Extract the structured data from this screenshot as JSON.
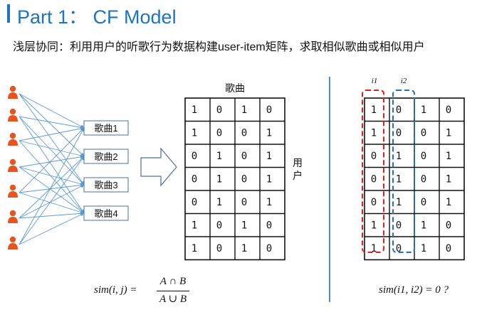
{
  "title": "Part 1： CF Model",
  "subtitle": "浅层协同：利用用户的听歌行为数据构建user-item矩阵，求取相似歌曲或相似用户",
  "colors": {
    "accent": "#1e73be",
    "user_icon": "#e8541e",
    "arrow": "#5b9bd5",
    "red_dash": "#e02020",
    "blue_dash": "#1e73be"
  },
  "users_icon": "person-icon",
  "song_nodes": [
    "歌曲1",
    "歌曲2",
    "歌曲3",
    "歌曲4"
  ],
  "matrix_col_label": "歌曲",
  "matrix_row_label": "用户",
  "matrix": [
    [
      "1",
      "0",
      "1",
      "0"
    ],
    [
      "1",
      "0",
      "0",
      "1"
    ],
    [
      "0",
      "1",
      "0",
      "1"
    ],
    [
      "0",
      "1",
      "0",
      "1"
    ],
    [
      "0",
      "1",
      "0",
      "1"
    ],
    [
      "1",
      "0",
      "1",
      "0"
    ],
    [
      "1",
      "0",
      "1",
      "0"
    ]
  ],
  "right_labels": {
    "i1": "i1",
    "i2": "i2"
  },
  "formula_left": {
    "lhs": "sim(i, j) =",
    "numerator": "A ∩ B",
    "denominator": "A ∪ B"
  },
  "formula_right": "sim(i1, i2) = 0 ?"
}
